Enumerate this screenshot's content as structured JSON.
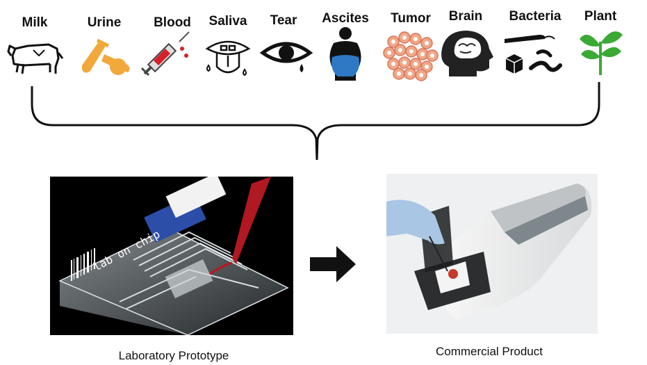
{
  "sources": {
    "milk": "Milk",
    "urine": "Urine",
    "blood": "Blood",
    "saliva": "Saliva",
    "tear": "Tear",
    "ascites": "Ascites",
    "tumor": "Tumor",
    "brain": "Brain",
    "bacteria": "Bacteria",
    "plant": "Plant"
  },
  "chip_text": "lab on chip",
  "captions": {
    "prototype": "Laboratory Prototype",
    "product": "Commercial Product"
  },
  "colors": {
    "urine": "#f2a93b",
    "blood": "#d6202a",
    "ascites_water": "#2f78c4",
    "tumor": "#f0a888",
    "plant": "#3aa935",
    "icon_dark": "#111111"
  }
}
